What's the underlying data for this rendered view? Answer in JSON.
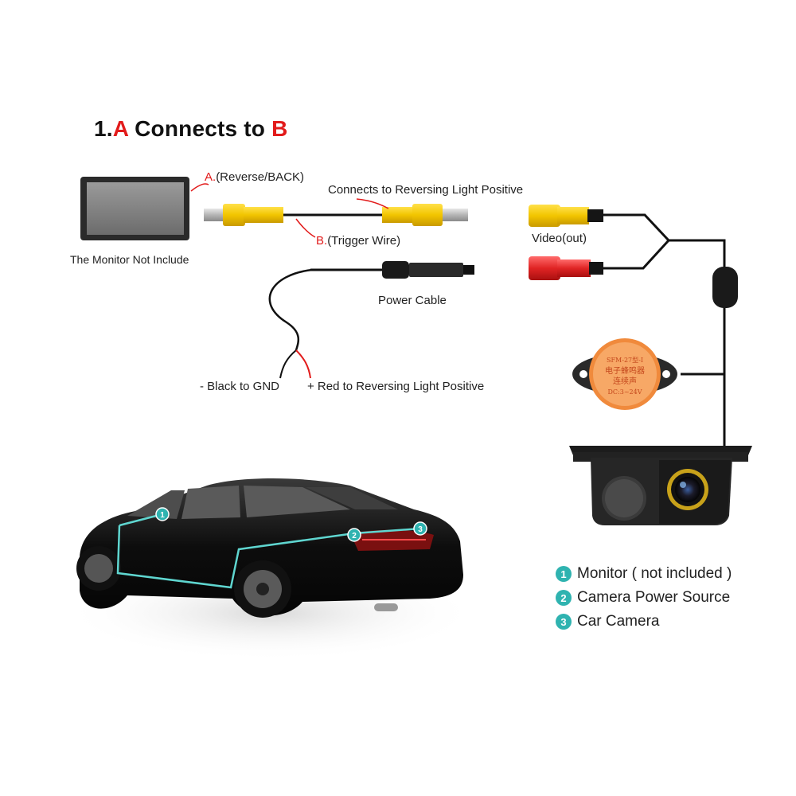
{
  "title": {
    "prefix": "1.",
    "a": "A",
    "middle": " Connects to ",
    "b": "B"
  },
  "labels": {
    "monitor_caption": "The Monitor Not Include",
    "reverse_letter": "A.",
    "reverse_text": "(Reverse/BACK)",
    "trigger_letter": "B.",
    "trigger_text": "(Trigger Wire)",
    "reversing_light": "Connects to Reversing Light Positive",
    "video_out": "Video(out)",
    "power_cable": "Power Cable",
    "black_gnd": "- Black to GND",
    "red_positive": "+ Red to Reversing Light Positive"
  },
  "buzzer": {
    "line1": "SFM-27型-I",
    "line2": "电子蜂鸣器",
    "line3": "连续声",
    "line4": "DC:3~24V"
  },
  "car_points": [
    "1",
    "2",
    "3"
  ],
  "legend": [
    {
      "num": "1",
      "text": "Monitor ( not included )"
    },
    {
      "num": "2",
      "text": "Camera Power Source"
    },
    {
      "num": "3",
      "text": "Car Camera"
    }
  ],
  "colors": {
    "accent_red": "#e21b1b",
    "teal": "#2fb3b0",
    "rca_yellow": "#f2c500",
    "rca_red": "#e02424",
    "buzzer_orange": "#f08a3c"
  }
}
